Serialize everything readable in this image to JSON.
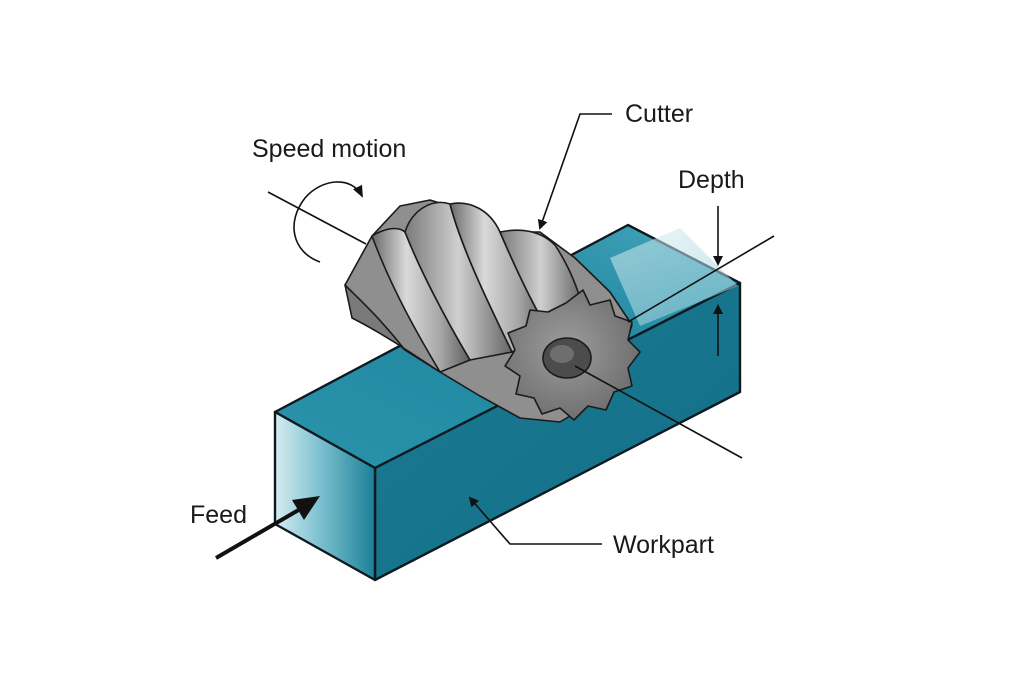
{
  "labels": {
    "cutter": "Cutter",
    "speed_motion": "Speed motion",
    "depth": "Depth",
    "feed": "Feed",
    "workpart": "Workpart"
  },
  "colors": {
    "workpart_top": "#1f86a0",
    "workpart_front": "#1a7b94",
    "workpart_end": "#5bb4c6",
    "cutter_metal": "#9a9a9a",
    "outline": "#111111"
  },
  "icons": {
    "speed_motion": "curved-arrow-icon",
    "feed": "arrow-icon"
  }
}
